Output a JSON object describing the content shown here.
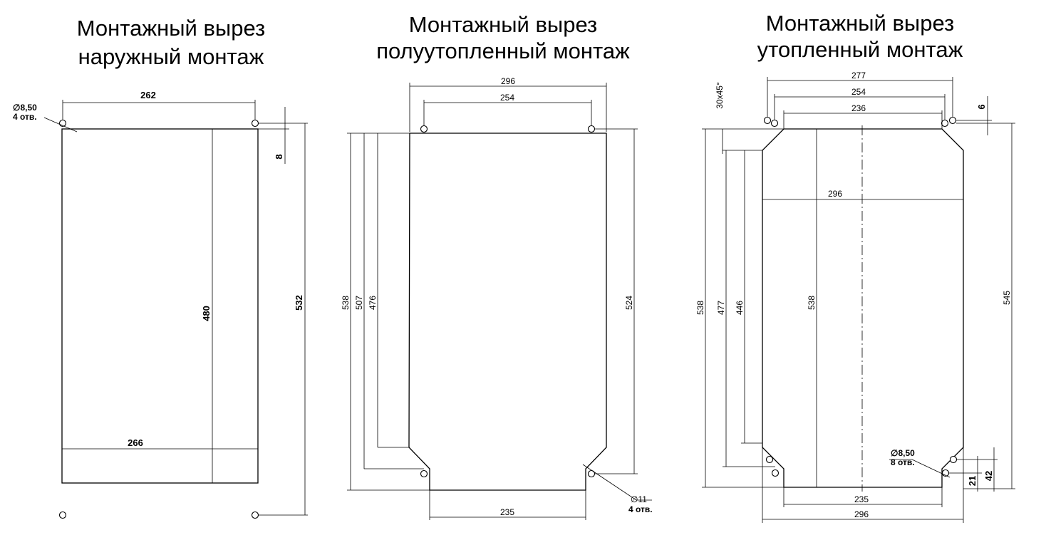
{
  "panels": [
    {
      "title_line1": "Монтажный вырез",
      "title_line2": "наружный монтаж",
      "dims": {
        "w_top": "262",
        "w_bottom": "266",
        "h_inner": "480",
        "h_total": "532",
        "offset": "8"
      },
      "hole_note": {
        "diameter": "∅8,50",
        "count": "4 отв."
      }
    },
    {
      "title_line1": "Монтажный вырез",
      "title_line2": "полуутопленный монтаж",
      "dims": {
        "w_outer": "296",
        "w_holes": "254",
        "w_bottom": "235",
        "h_538": "538",
        "h_507": "507",
        "h_476": "476",
        "h_524": "524"
      },
      "hole_note": {
        "diameter": "∅11",
        "count": "4 отв."
      }
    },
    {
      "title_line1": "Монтажный вырез",
      "title_line2": "утопленный монтаж",
      "dims": {
        "w_277": "277",
        "w_254": "254",
        "w_236": "236",
        "w_296_inner": "296",
        "w_235": "235",
        "w_296_bottom": "296",
        "h_538_left": "538",
        "h_477": "477",
        "h_446": "446",
        "h_538_center": "538",
        "h_545": "545",
        "d_6": "6",
        "d_21": "21",
        "d_42": "42",
        "chamfer": "30x45°"
      },
      "hole_note": {
        "diameter": "∅8,50",
        "count": "8 отв."
      }
    }
  ]
}
